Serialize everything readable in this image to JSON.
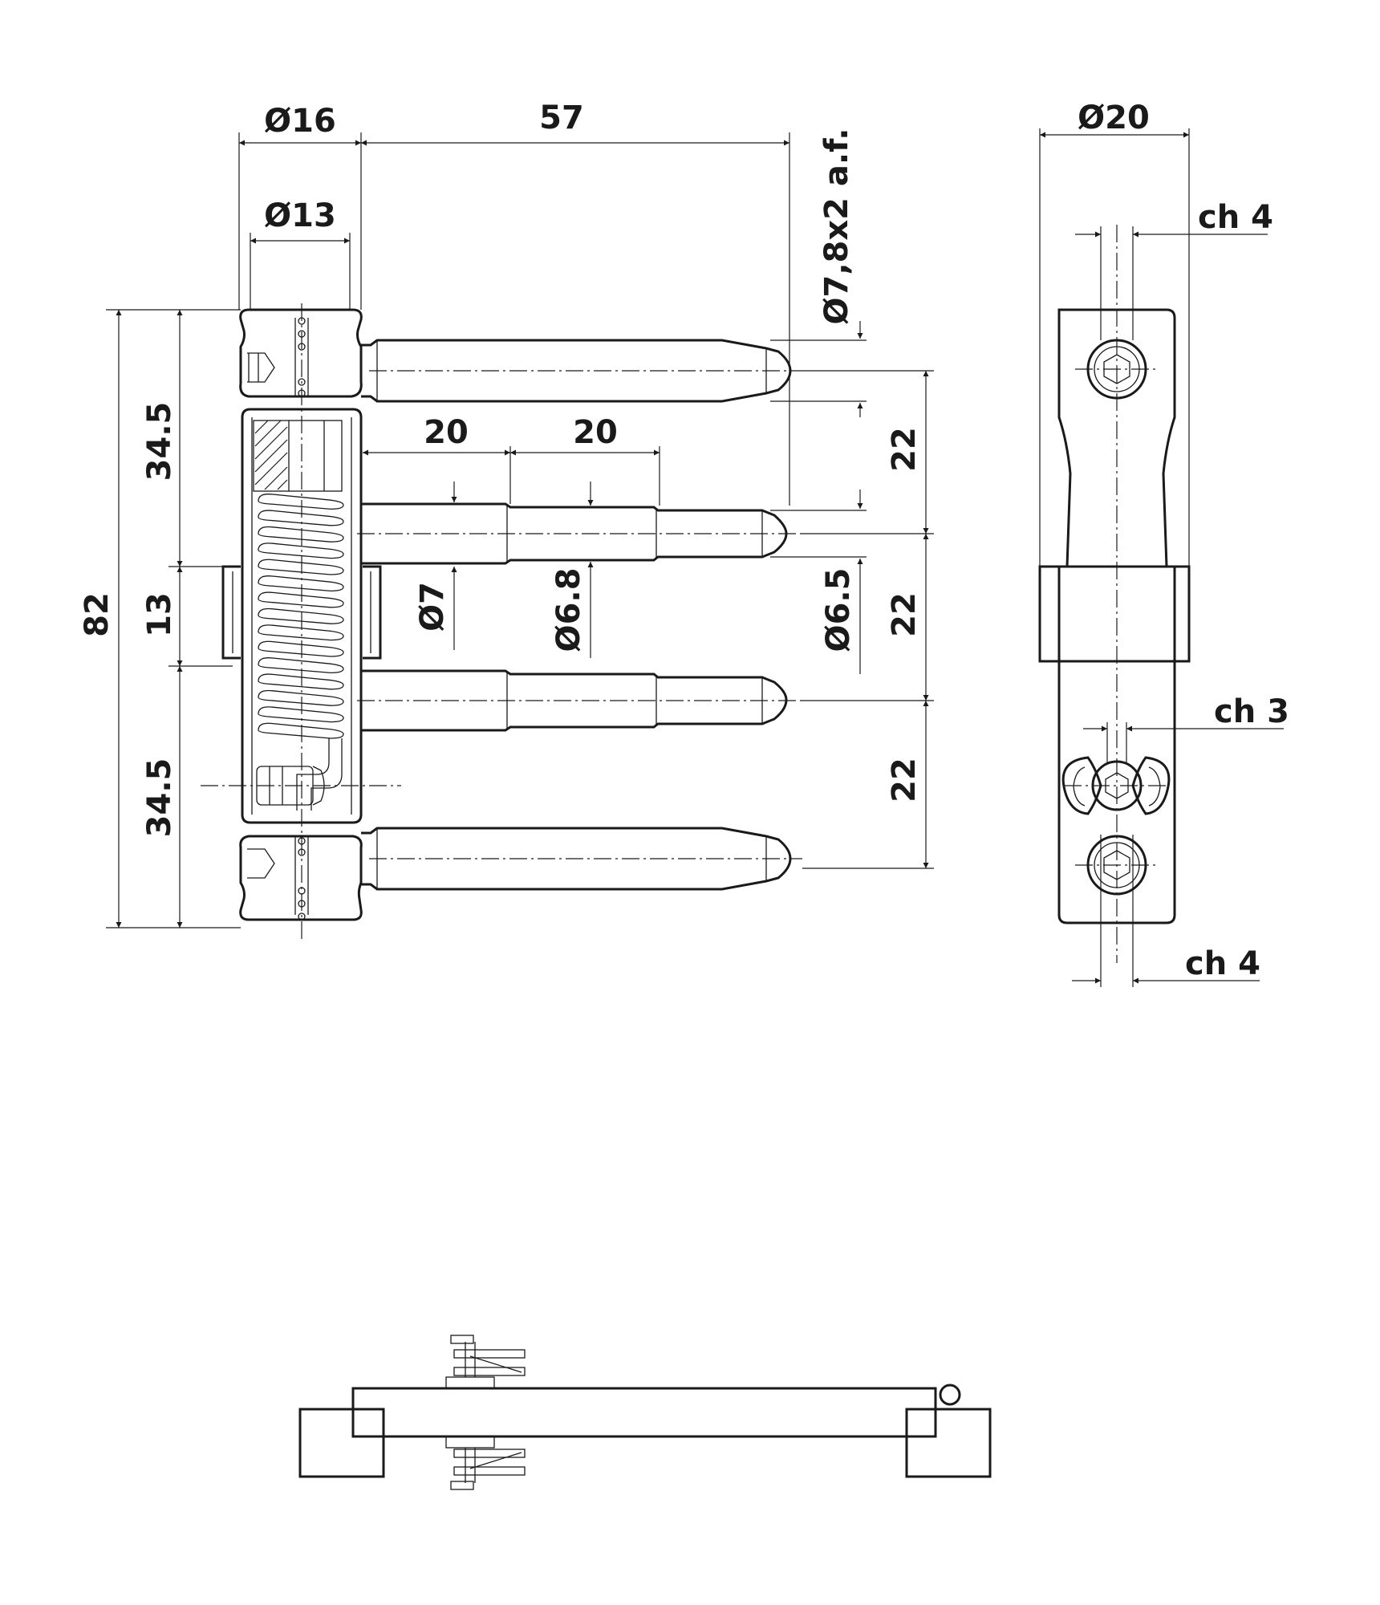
{
  "front_view": {
    "dims": {
      "d16": "Ø16",
      "len57": "57",
      "d13": "Ø13",
      "af": "Ø7,8x2 a.f.",
      "step1": "20",
      "step2": "20",
      "d7": "Ø7",
      "d68": "Ø6.8",
      "d65": "Ø6.5",
      "h345_top": "34.5",
      "h13": "13",
      "h82": "82",
      "h345_bottom": "34.5",
      "pitch1": "22",
      "pitch2": "22",
      "pitch3": "22"
    }
  },
  "side_view": {
    "dims": {
      "d20": "Ø20",
      "ch4_top": "ch 4",
      "ch3": "ch 3",
      "ch4_bottom": "ch 4"
    }
  }
}
